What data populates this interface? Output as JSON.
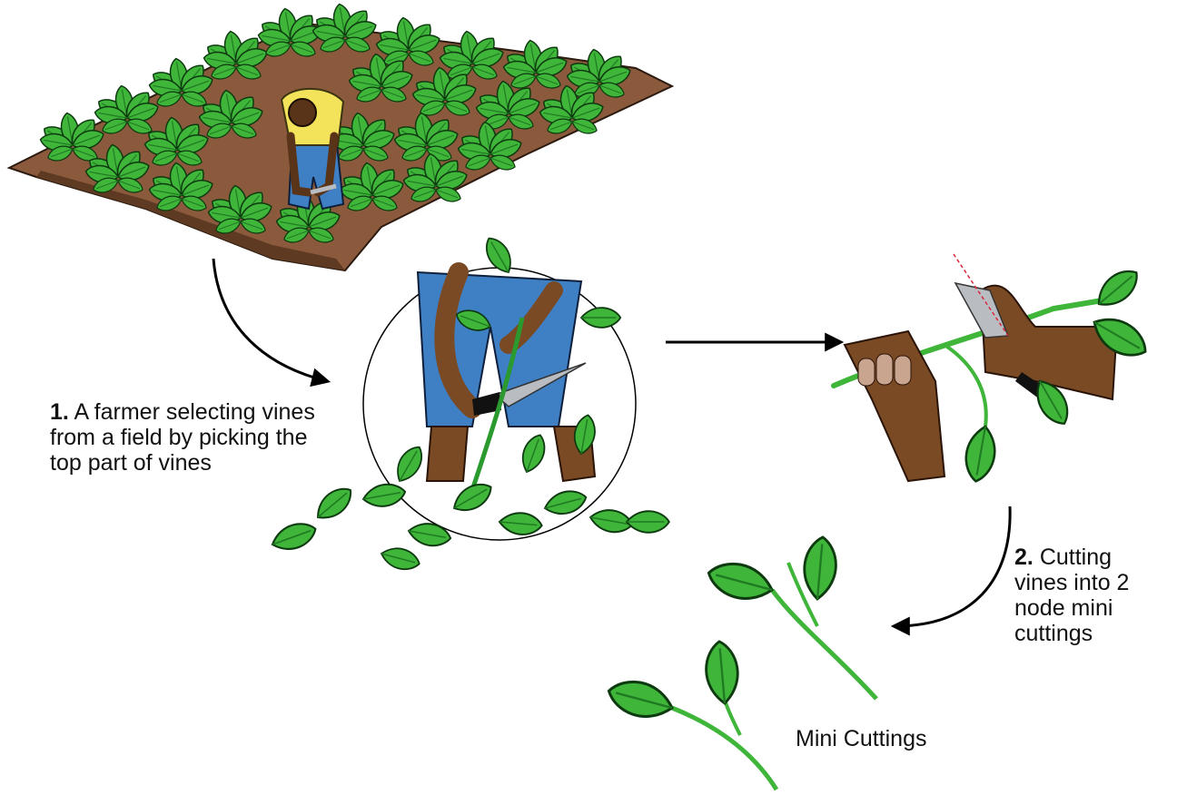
{
  "steps": [
    {
      "number": "1.",
      "text": "A farmer selecting vines from a field by picking the top part of vines"
    },
    {
      "number": "2.",
      "text": "Cutting vines into 2 node mini cuttings"
    }
  ],
  "result_label": "Mini Cuttings",
  "colors": {
    "leaf": "#3fb53a",
    "leaf_dark": "#1f7a22",
    "soil": "#8b5a3c",
    "skin": "#7a4a24",
    "shirt": "#f3e35a",
    "trousers": "#3f7fc4",
    "knife": "#b9bdc2",
    "cut_line": "#d8283a"
  }
}
